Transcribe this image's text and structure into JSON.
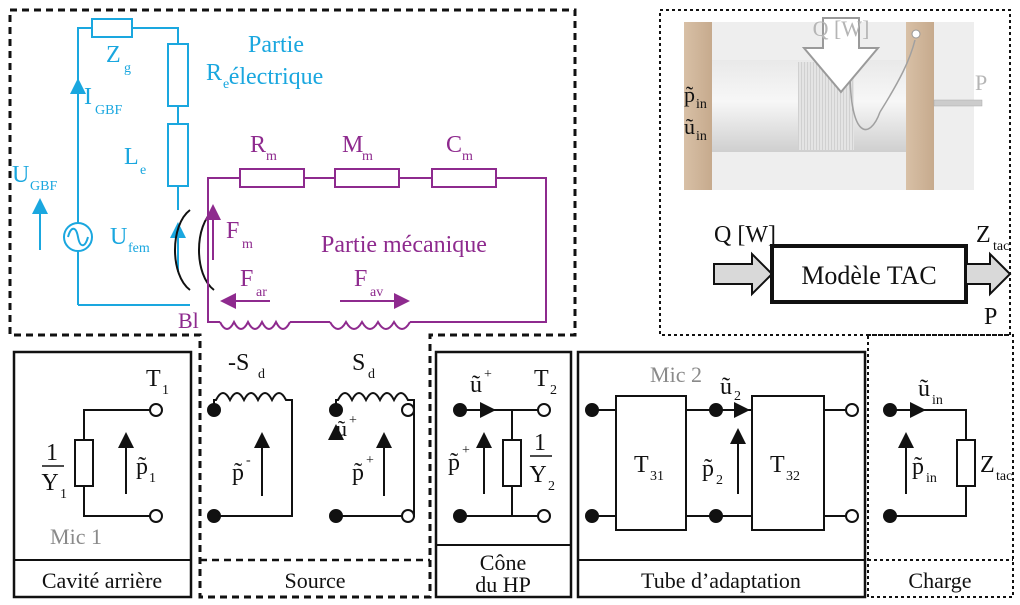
{
  "electrical": {
    "title_line1": "Partie",
    "title_line2": "électrique",
    "Zg": "Z",
    "Zg_sub": "g",
    "Re": "R",
    "Re_sub": "e",
    "Le": "L",
    "Le_sub": "e",
    "I": "I",
    "I_sub": "GBF",
    "U": "U",
    "U_sub": "GBF",
    "Ufem": "U",
    "Ufem_sub": "fem",
    "Bl": "Bl"
  },
  "mechanical": {
    "title": "Partie mécanique",
    "Rm": "R",
    "Rm_sub": "m",
    "Mm": "M",
    "Mm_sub": "m",
    "Cm": "C",
    "Cm_sub": "m",
    "Fm": "F",
    "Fm_sub": "m",
    "Far": "F",
    "Far_sub": "ar",
    "Fav": "F",
    "Fav_sub": "av"
  },
  "source": {
    "minus_S": "-S",
    "minus_S_sub": "d",
    "plus_S": "S",
    "plus_S_sub": "d",
    "p_minus": "p̃",
    "p_minus_sup": "-",
    "p_plus": "p̃",
    "p_plus_sup": "+",
    "u_plus": "ũ",
    "u_plus_sup": "+",
    "caption": "Source"
  },
  "cavity": {
    "T": "T",
    "T_sub": "1",
    "frac_num": "1",
    "frac_den": "Y",
    "frac_den_sub": "1",
    "p": "p̃",
    "p_sub": "1",
    "mic": "Mic 1",
    "caption": "Cavité arrière"
  },
  "cone": {
    "T": "T",
    "T_sub": "2",
    "u": "ũ",
    "u_sup": "+",
    "p": "p̃",
    "p_sup": "+",
    "frac_num": "1",
    "frac_den": "Y",
    "frac_den_sub": "2",
    "caption_line1": "Cône",
    "caption_line2": "du HP"
  },
  "tube": {
    "mic": "Mic 2",
    "u": "ũ",
    "u_sub": "2",
    "p": "p̃",
    "p_sub": "2",
    "T31": "T",
    "T31_sub": "31",
    "T32": "T",
    "T32_sub": "32",
    "caption": "Tube d’adaptation"
  },
  "charge": {
    "u": "ũ",
    "u_sub": "in",
    "p": "p̃",
    "p_sub": "in",
    "Z": "Z",
    "Z_sub": "tac",
    "caption": "Charge"
  },
  "tac": {
    "photo_Q": "Q [W]",
    "photo_P": "P",
    "photo_p": "p̃",
    "photo_p_sub": "in",
    "photo_u": "ũ",
    "photo_u_sub": "in",
    "Q": "Q [W]",
    "Z": "Z",
    "Z_sub": "tac",
    "P": "P",
    "model": "Modèle TAC"
  },
  "colors": {
    "electrical": "#1aa7df",
    "mechanical": "#8e2a8e",
    "black": "#111111",
    "grey": "#8a8a8a"
  }
}
